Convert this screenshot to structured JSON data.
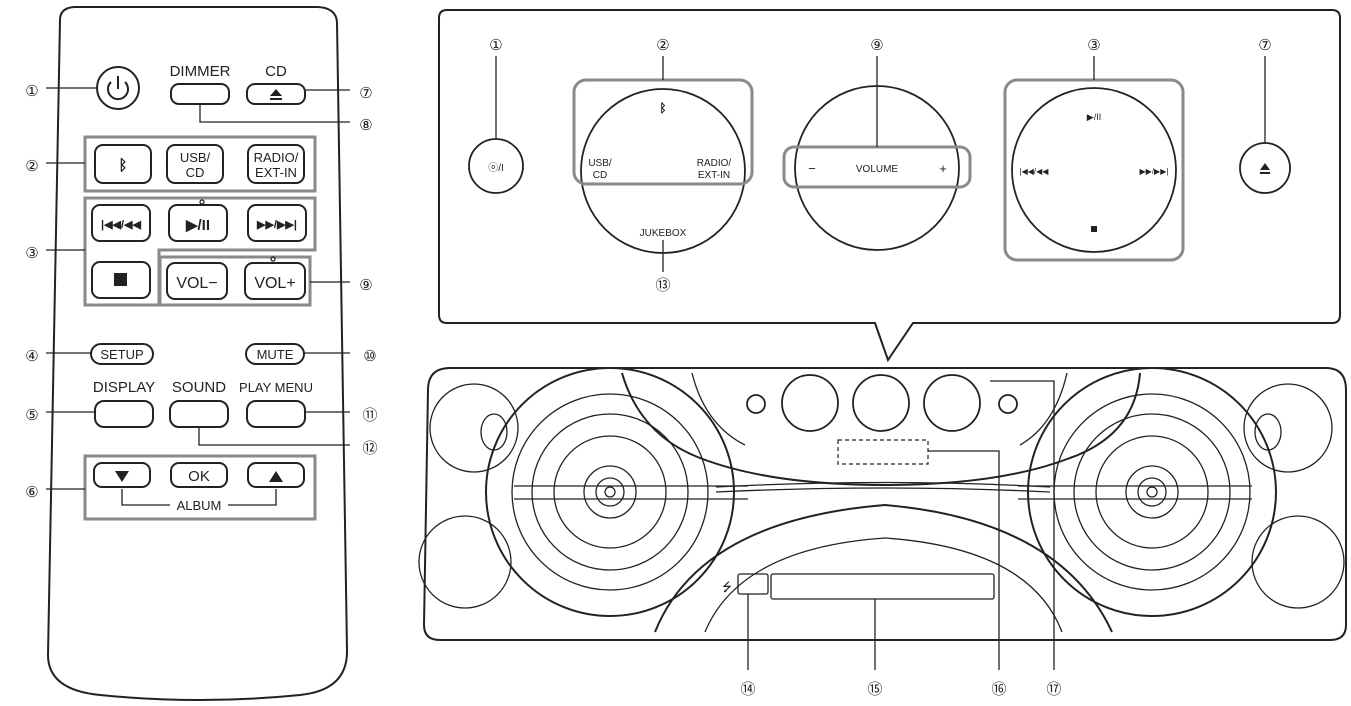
{
  "remote": {
    "dimmer": "DIMMER",
    "cd": "CD",
    "usb_cd_top": "USB/",
    "usb_cd_bottom": "CD",
    "radio_top": "RADIO/",
    "radio_bottom": "EXT-IN",
    "vol_minus": "VOL−",
    "vol_plus": "VOL+",
    "setup": "SETUP",
    "mute": "MUTE",
    "display": "DISPLAY",
    "sound": "SOUND",
    "play_menu": "PLAY MENU",
    "ok": "OK",
    "album": "ALBUM"
  },
  "panel": {
    "power": "ⓞ/I",
    "usb_cd_top": "USB/",
    "usb_cd_bottom": "CD",
    "radio_top": "RADIO/",
    "radio_bottom": "EXT-IN",
    "jukebox": "JUKEBOX",
    "volume": "VOLUME",
    "minus": "−",
    "plus": "+",
    "play_pause": "▶/II"
  },
  "callouts": {
    "c1": "①",
    "c2": "②",
    "c3": "③",
    "c4": "④",
    "c5": "⑤",
    "c6": "⑥",
    "c7": "⑦",
    "c8": "⑧",
    "c9": "⑨",
    "c10": "⑩",
    "c11": "⑪",
    "c12": "⑫",
    "c13": "⑬",
    "c14": "⑭",
    "c15": "⑮",
    "c16": "⑯",
    "c17": "⑰"
  }
}
